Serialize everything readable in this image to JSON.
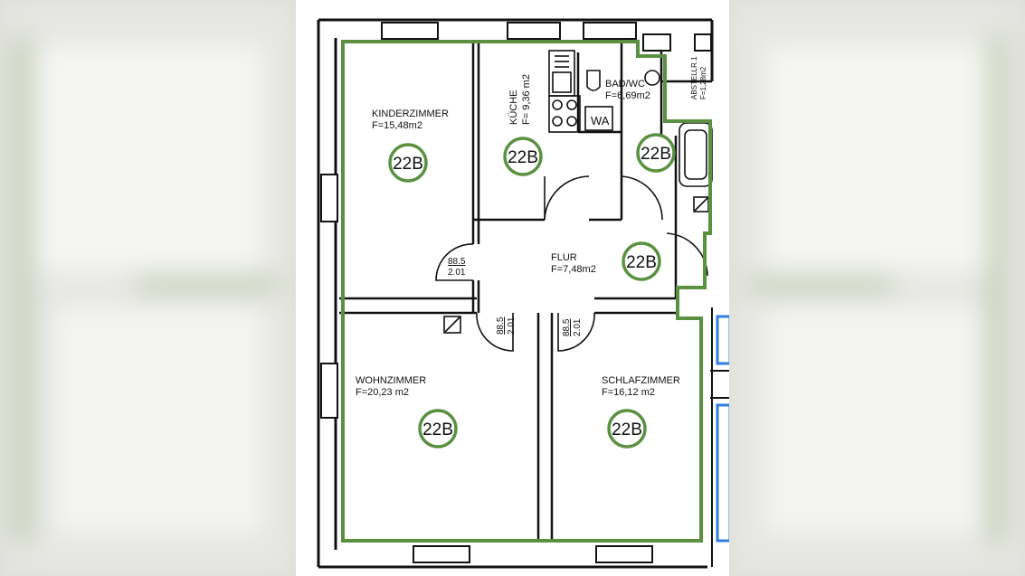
{
  "rooms": {
    "kinderzimmer": {
      "name": "KINDERZIMMER",
      "area": "F=15,48m2"
    },
    "kueche": {
      "name": "KÜCHE",
      "area": "F= 9,36 m2"
    },
    "bad": {
      "name": "BAD/WC",
      "area": "F=6,69m2"
    },
    "abstell": {
      "name": "ABSTELLR.1",
      "area": "F=1,28m2"
    },
    "flur": {
      "name": "FLUR",
      "area": "F=7,48m2"
    },
    "wohnzimmer": {
      "name": "WOHNZIMMER",
      "area": "F=20,23 m2"
    },
    "schlafzimmer": {
      "name": "SCHLAFZIMMER",
      "area": "F=16,12 m2"
    }
  },
  "fixtures": {
    "washer": "WA"
  },
  "doors": {
    "left": {
      "width": "88.5",
      "height": "2.01"
    },
    "wohn": {
      "width": "88.5",
      "height": "2.01"
    },
    "schlaf": {
      "width": "88.5",
      "height": "2.01"
    }
  },
  "unit_badge": "22B",
  "colors": {
    "outline": "#5a9140",
    "badge": "#5a9140",
    "window_blue": "#2f7fe0",
    "wall": "#111111"
  }
}
